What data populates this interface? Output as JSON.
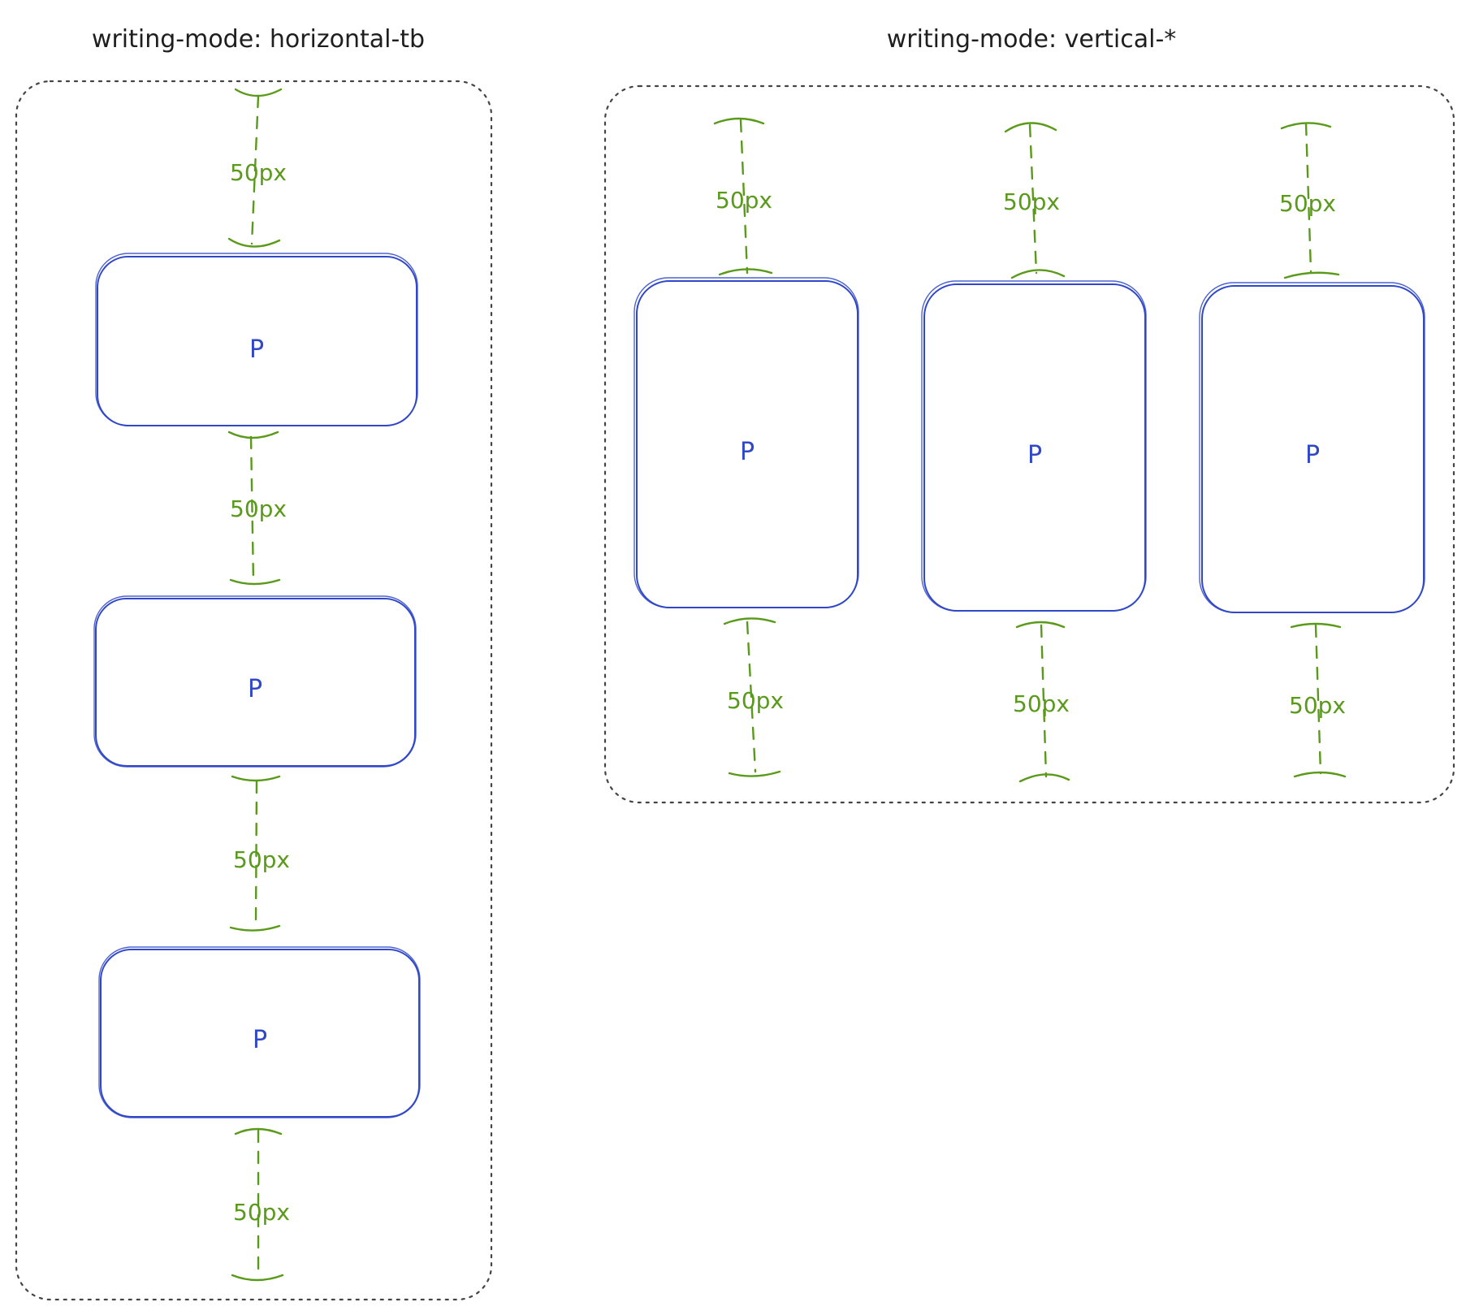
{
  "diagram": {
    "colors": {
      "box_stroke": "#3048c8",
      "margin_stroke": "#5a9a1a",
      "frame_stroke": "#444444",
      "title_text": "#1e1e1e"
    },
    "panels": [
      {
        "title": "writing-mode: horizontal-tb",
        "boxes": [
          {
            "label": "P"
          },
          {
            "label": "P"
          },
          {
            "label": "P"
          }
        ],
        "margins": [
          {
            "label": "50px"
          },
          {
            "label": "50px"
          },
          {
            "label": "50px"
          },
          {
            "label": "50px"
          }
        ]
      },
      {
        "title": "writing-mode: vertical-*",
        "boxes": [
          {
            "label": "P"
          },
          {
            "label": "P"
          },
          {
            "label": "P"
          }
        ],
        "margins": [
          {
            "label": "50px"
          },
          {
            "label": "50px"
          },
          {
            "label": "50px"
          },
          {
            "label": "50px"
          },
          {
            "label": "50px"
          },
          {
            "label": "50px"
          }
        ]
      }
    ]
  }
}
